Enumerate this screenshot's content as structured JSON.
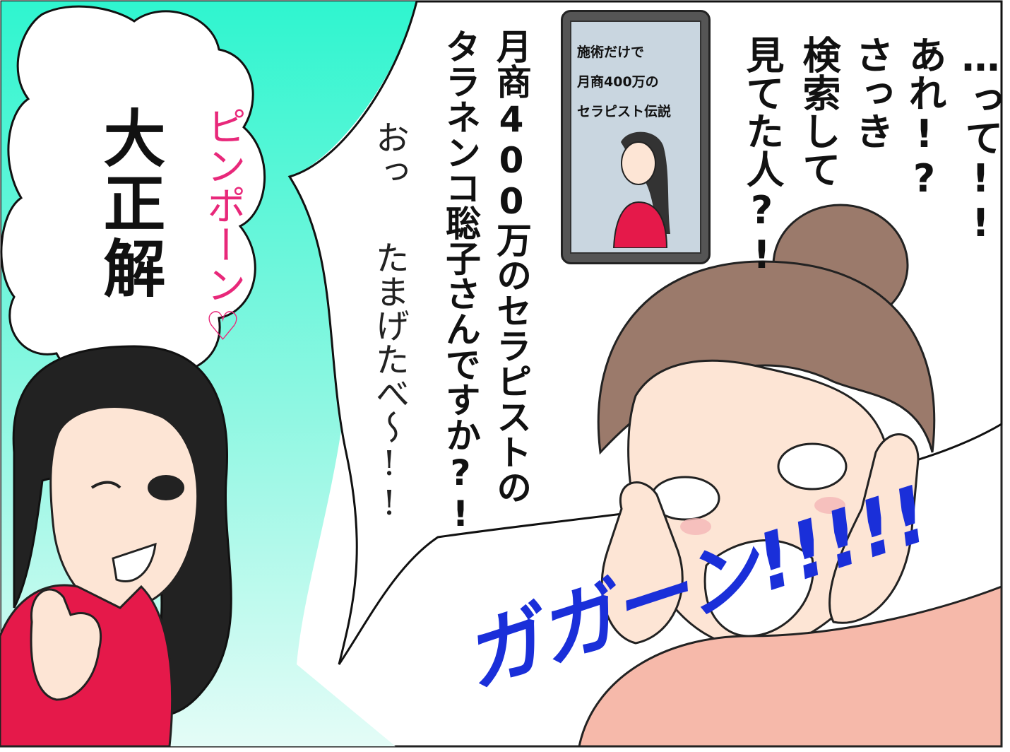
{
  "scene": {
    "answer_thought": "大正解",
    "pinpon": "ピンポーン♡",
    "question_col1": "月商400万のセラピストの",
    "question_col2": "タラネンコ聡子さんですか?!",
    "surprise_col1": "おっ",
    "surprise_col2": "たまげたべ〜!!",
    "right_col1": "…って!!",
    "right_col2": "あれ!?",
    "right_col3": "さっき",
    "right_col4": "検索して",
    "right_col5": "見てた人?!",
    "phone_line1": "施術だけで",
    "phone_line2": "月商400万の",
    "phone_line3": "セラピスト伝説",
    "sfx": "ガガーン!!!!!"
  },
  "colors": {
    "teal": "#2ff5cf",
    "dress": "#e5194a",
    "sfx_blue": "#1a2fd9",
    "pink_text": "#e8287a"
  }
}
